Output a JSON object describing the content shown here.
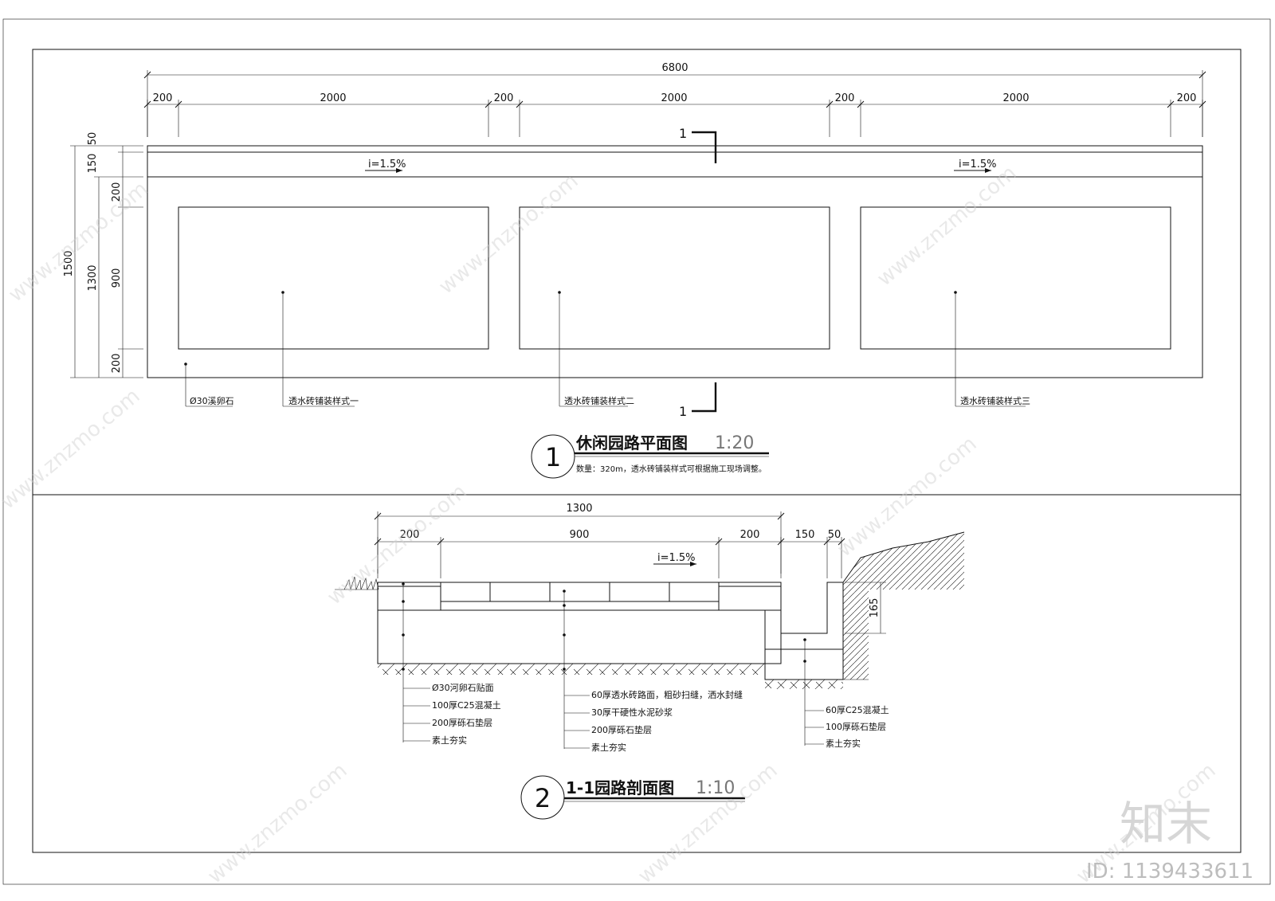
{
  "plan": {
    "dims_top_total": "6800",
    "dims_top": [
      "200",
      "2000",
      "200",
      "2000",
      "200",
      "2000",
      "200"
    ],
    "dims_left_outer": "1500",
    "dims_left_inner": "1300",
    "dims_left_small": [
      "50",
      "150",
      "200",
      "900",
      "200"
    ],
    "section_mark": "1",
    "slope_1": "i=1.5%",
    "slope_2": "i=1.5%",
    "labels": [
      "Ø30溪卵石",
      "透水砖铺装样式一",
      "透水砖铺装样式二",
      "透水砖铺装样式三"
    ],
    "title_num": "1",
    "title": "休闲园路平面图",
    "scale": "1:20",
    "note": "数量：320m，透水砖铺装样式可根据施工现场调整。"
  },
  "section": {
    "dim_total": "1300",
    "dims": [
      "200",
      "900",
      "200",
      "150",
      "50"
    ],
    "dim_side": "165",
    "slope": "i=1.5%",
    "callouts_left": [
      "Ø30河卵石贴面",
      "100厚C25混凝土",
      "200厚砾石垫层",
      "素土夯实"
    ],
    "callouts_mid": [
      "60厚透水砖路面，粗砂扫缝，洒水封缝",
      "30厚干硬性水泥砂浆",
      "200厚砾石垫层",
      "素土夯实"
    ],
    "callouts_right": [
      "60厚C25混凝土",
      "100厚砾石垫层",
      "素土夯实"
    ],
    "title_num": "2",
    "title": "1-1园路剖面图",
    "scale": "1:10"
  },
  "watermark": {
    "logo": "知末",
    "id_text": "ID: 1139433611",
    "site": "www.znzmo.com"
  }
}
